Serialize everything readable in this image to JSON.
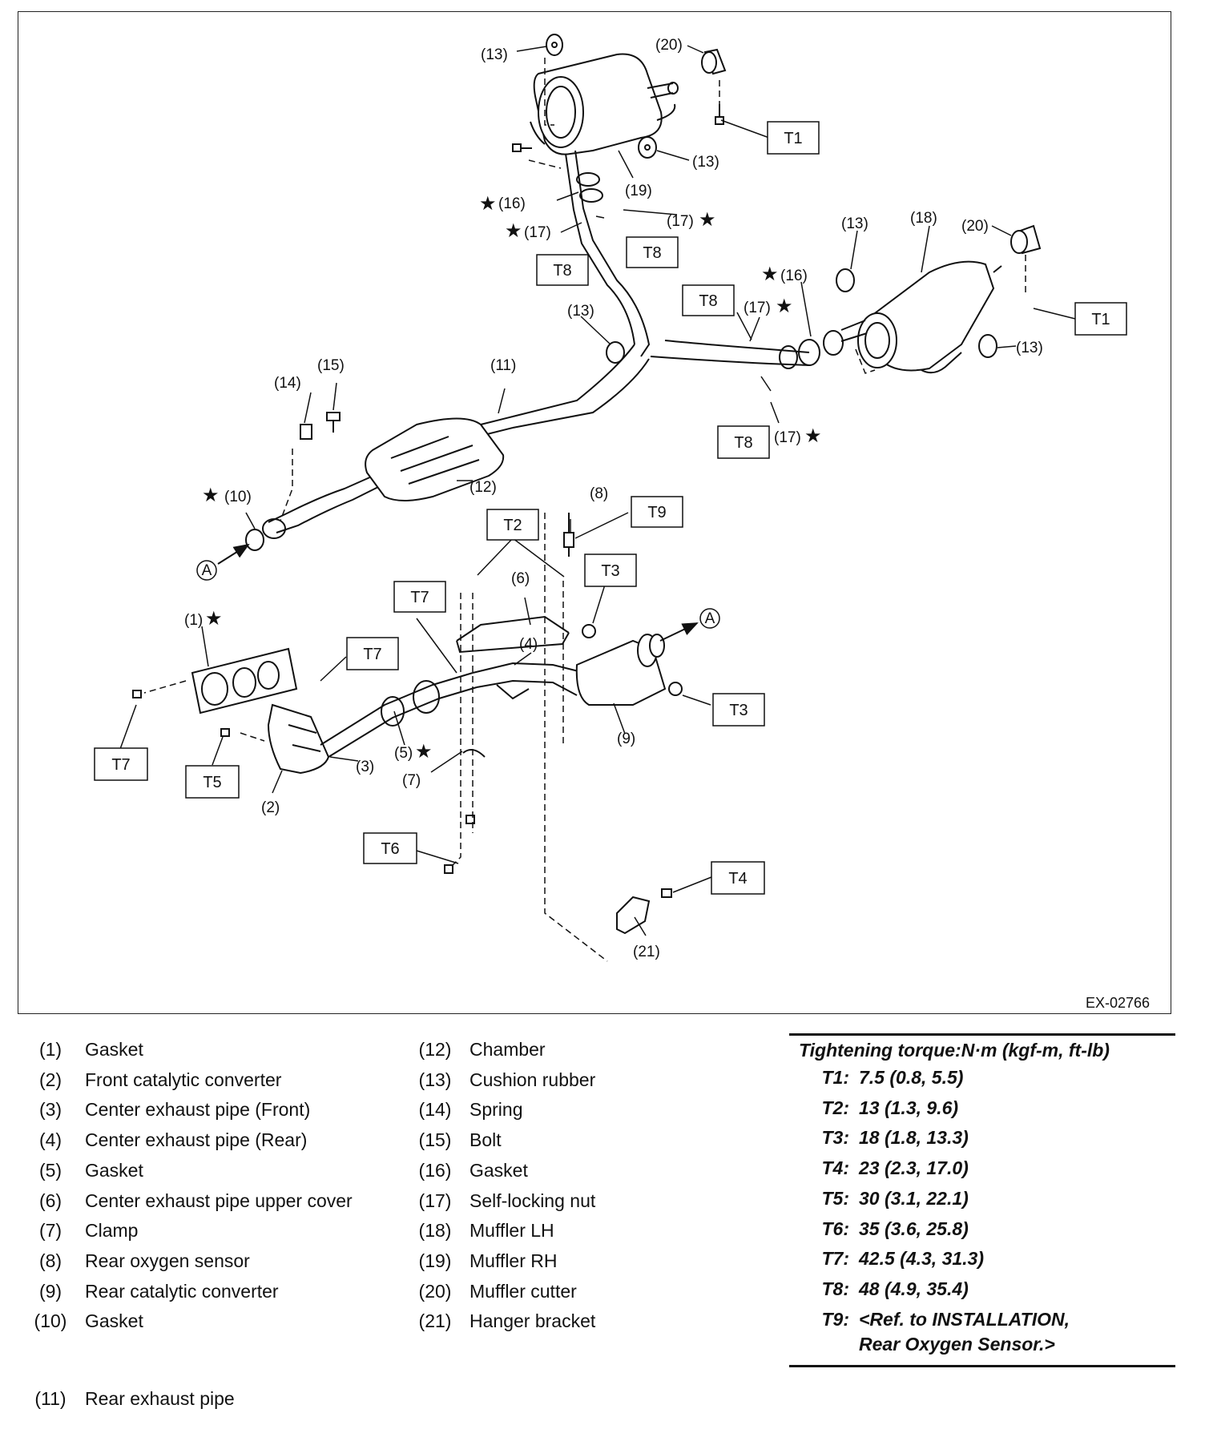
{
  "figure_code": "EX-02766",
  "callouts": {
    "c13a": "(13)",
    "c20a": "(20)",
    "c13b": "(13)",
    "c19": "(19)",
    "c16a": "(16)",
    "c17a": "(17)",
    "c17b": "(17)",
    "c13c": "(13)",
    "c18": "(18)",
    "c20b": "(20)",
    "c16b": "(16)",
    "c17c": "(17)",
    "c13d": "(13)",
    "c13e": "(13)",
    "c17d": "(17)",
    "c11": "(11)",
    "c14": "(14)",
    "c15": "(15)",
    "c12": "(12)",
    "c10": "(10)",
    "c8": "(8)",
    "c6": "(6)",
    "c4": "(4)",
    "c1": "(1)",
    "c3": "(3)",
    "c2": "(2)",
    "c5": "(5)",
    "c7": "(7)",
    "c9": "(9)",
    "c21": "(21)",
    "circA1": "A",
    "circA2": "A"
  },
  "torque_boxes": {
    "t1a": "T1",
    "t1b": "T1",
    "t8a": "T8",
    "t8b": "T8",
    "t8c": "T8",
    "t8d": "T8",
    "t2": "T2",
    "t9": "T9",
    "t3a": "T3",
    "t3b": "T3",
    "t7a": "T7",
    "t7b": "T7",
    "t7c": "T7",
    "t5": "T5",
    "t6": "T6",
    "t4": "T4"
  },
  "legend_left": [
    {
      "num": "(1)",
      "name": "Gasket"
    },
    {
      "num": "(2)",
      "name": "Front catalytic converter"
    },
    {
      "num": "(3)",
      "name": "Center exhaust pipe (Front)"
    },
    {
      "num": "(4)",
      "name": "Center exhaust pipe (Rear)"
    },
    {
      "num": "(5)",
      "name": "Gasket"
    },
    {
      "num": "(6)",
      "name": "Center exhaust pipe upper cover"
    },
    {
      "num": "(7)",
      "name": "Clamp"
    },
    {
      "num": "(8)",
      "name": "Rear oxygen sensor"
    },
    {
      "num": "(9)",
      "name": "Rear catalytic converter"
    },
    {
      "num": "(10)",
      "name": "Gasket"
    }
  ],
  "legend_mid": [
    {
      "num": "(12)",
      "name": "Chamber"
    },
    {
      "num": "(13)",
      "name": "Cushion rubber"
    },
    {
      "num": "(14)",
      "name": "Spring"
    },
    {
      "num": "(15)",
      "name": "Bolt"
    },
    {
      "num": "(16)",
      "name": "Gasket"
    },
    {
      "num": "(17)",
      "name": "Self-locking nut"
    },
    {
      "num": "(18)",
      "name": "Muffler LH"
    },
    {
      "num": "(19)",
      "name": "Muffler RH"
    },
    {
      "num": "(20)",
      "name": "Muffler cutter"
    },
    {
      "num": "(21)",
      "name": "Hanger bracket"
    }
  ],
  "legend_extra": {
    "num": "(11)",
    "name": "Rear exhaust pipe"
  },
  "torque": {
    "title": "Tightening torque:N·m (kgf-m, ft-lb)",
    "rows": [
      {
        "key": "T1:",
        "val": "7.5 (0.8, 5.5)"
      },
      {
        "key": "T2:",
        "val": "13 (1.3, 9.6)"
      },
      {
        "key": "T3:",
        "val": "18 (1.8, 13.3)"
      },
      {
        "key": "T4:",
        "val": "23 (2.3, 17.0)"
      },
      {
        "key": "T5:",
        "val": "30 (3.1, 22.1)"
      },
      {
        "key": "T6:",
        "val": "35 (3.6, 25.8)"
      },
      {
        "key": "T7:",
        "val": "42.5 (4.3, 31.3)"
      },
      {
        "key": "T8:",
        "val": "48 (4.9, 35.4)"
      },
      {
        "key": "T9:",
        "val": "<Ref. to INSTALLATION,\nRear Oxygen Sensor.>"
      }
    ]
  }
}
